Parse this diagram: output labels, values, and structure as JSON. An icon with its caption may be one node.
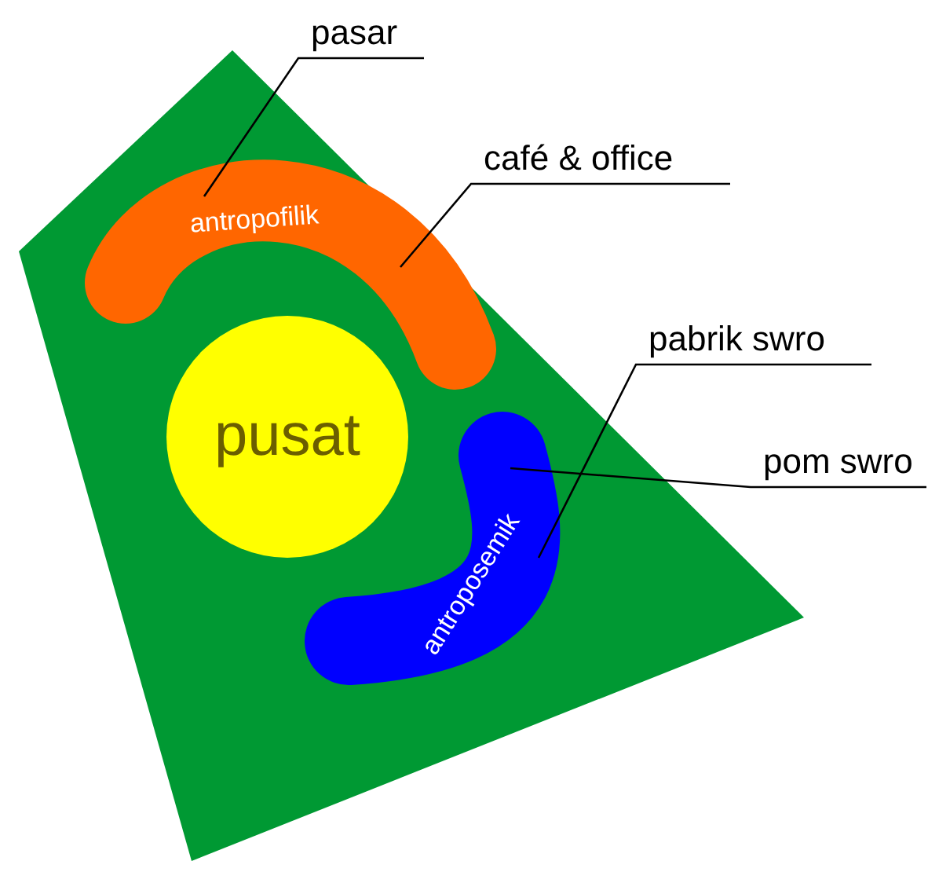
{
  "diagram": {
    "nodes": [
      {
        "text": [
          "pasar"
        ]
      },
      {
        "text": [
          "café & office"
        ]
      },
      {
        "text": [
          "antropofilik"
        ]
      },
      {
        "text": [
          "pabrik swro"
        ]
      },
      {
        "text": [
          "pusat"
        ]
      },
      {
        "text": [
          "pom swro"
        ]
      },
      {
        "text": [
          "antroposemik"
        ]
      }
    ],
    "edges": [
      {
        "from": 0,
        "to": 2,
        "arrow": "none"
      },
      {
        "from": 1,
        "to": 2,
        "arrow": "none"
      },
      {
        "from": 3,
        "to": 6,
        "arrow": "none"
      },
      {
        "from": 5,
        "to": 6,
        "arrow": "none"
      }
    ]
  }
}
